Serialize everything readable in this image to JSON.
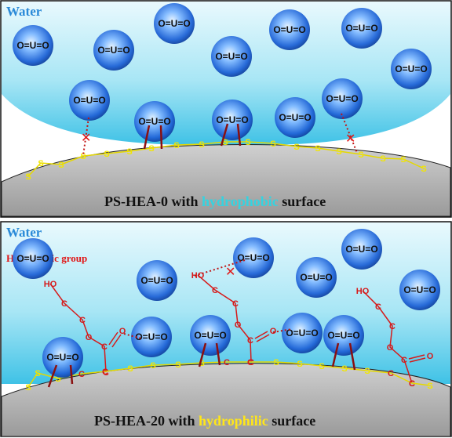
{
  "panel_top": {
    "water_label": "Water",
    "molecule_label": "O=U=O",
    "caption_prefix": "PS-HEA-0 with ",
    "caption_highlight": "hydrophobic",
    "caption_suffix": " surface",
    "highlight_color": "#35d3e0",
    "atom_label": "S"
  },
  "panel_bottom": {
    "water_label": "Water",
    "group_label": "Hydrophilic group",
    "molecule_label": "O=U=O",
    "caption_prefix": "PS-HEA-20 with ",
    "caption_highlight": "hydrophilic",
    "caption_suffix": " surface",
    "highlight_color": "#ffe619",
    "atom_S": "S",
    "atom_C": "C",
    "atom_O": "O",
    "atom_HO": "HO"
  },
  "colors": {
    "water_light": "#e8f9fd",
    "water_dark": "#4ec9ea",
    "substrate": "#b8b8b8",
    "sulfur": "#f2e600",
    "carbon_chain": "#d61a1a",
    "uranyl_core": "#1a5fd0"
  }
}
